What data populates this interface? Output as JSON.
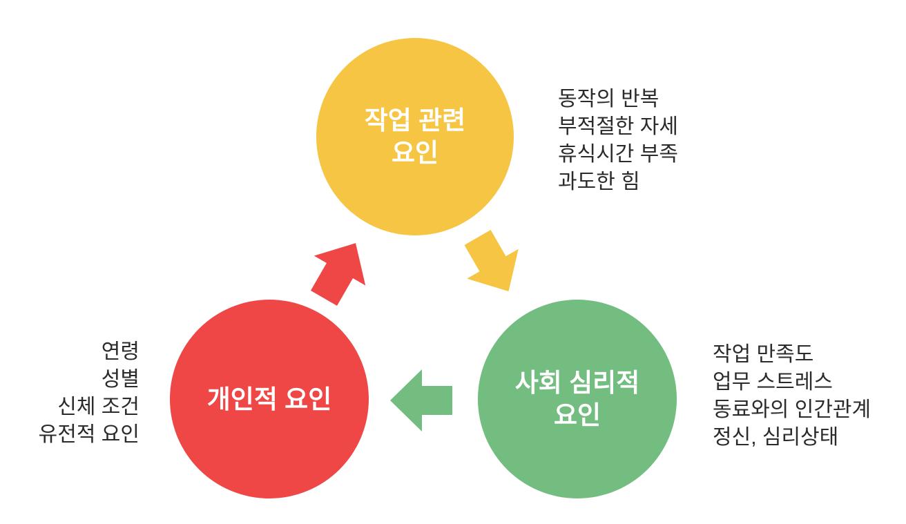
{
  "diagram": {
    "background_color": "#ffffff",
    "label_text_color": "#ffffff",
    "detail_text_color": "#2b2b2b",
    "nodes": [
      {
        "id": "work-factors",
        "label_line1": "작업 관련",
        "label_line2": "요인",
        "color": "#f6c544",
        "details": [
          "동작의 반복",
          "부적절한 자세",
          "휴식시간 부족",
          "과도한 힘"
        ]
      },
      {
        "id": "social-psychological-factors",
        "label_line1": "사회 심리적",
        "label_line2": "요인",
        "color": "#72bd7f",
        "details": [
          "작업 만족도",
          "업무 스트레스",
          "동료와의 인간관계",
          "정신, 심리상태"
        ]
      },
      {
        "id": "personal-factors",
        "label_line1": "개인적 요인",
        "label_line2": "",
        "color": "#ef4646",
        "details": [
          "연령",
          "성별",
          "신체 조건",
          "유전적 요인"
        ]
      }
    ],
    "arrows": [
      {
        "from": "work-factors",
        "to": "social-psychological-factors",
        "color": "#f6c544"
      },
      {
        "from": "social-psychological-factors",
        "to": "personal-factors",
        "color": "#72bd7f"
      },
      {
        "from": "personal-factors",
        "to": "work-factors",
        "color": "#ef4646"
      }
    ]
  }
}
